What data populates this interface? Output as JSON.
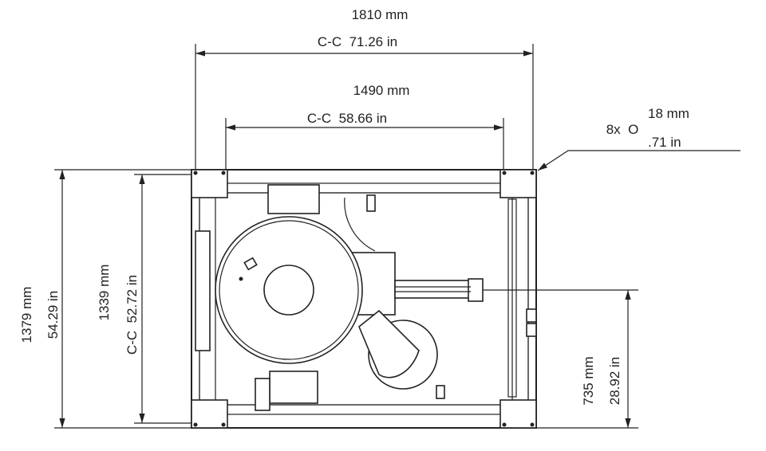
{
  "dimensions": {
    "overall_width": {
      "mm": "1810 mm",
      "in": "C-C  71.26 in"
    },
    "inner_width": {
      "mm": "1490 mm",
      "in": "C-C  58.66 in"
    },
    "overall_depth": {
      "mm": "1379 mm",
      "in": "54.29 in"
    },
    "inner_depth": {
      "mm": "1339 mm",
      "in": "C-C  52.72 in"
    },
    "center_height": {
      "mm": "735 mm",
      "in": "28.92 in"
    },
    "holes": {
      "count": "8x  O",
      "mm": "18 mm",
      "in": ".71 in"
    }
  }
}
